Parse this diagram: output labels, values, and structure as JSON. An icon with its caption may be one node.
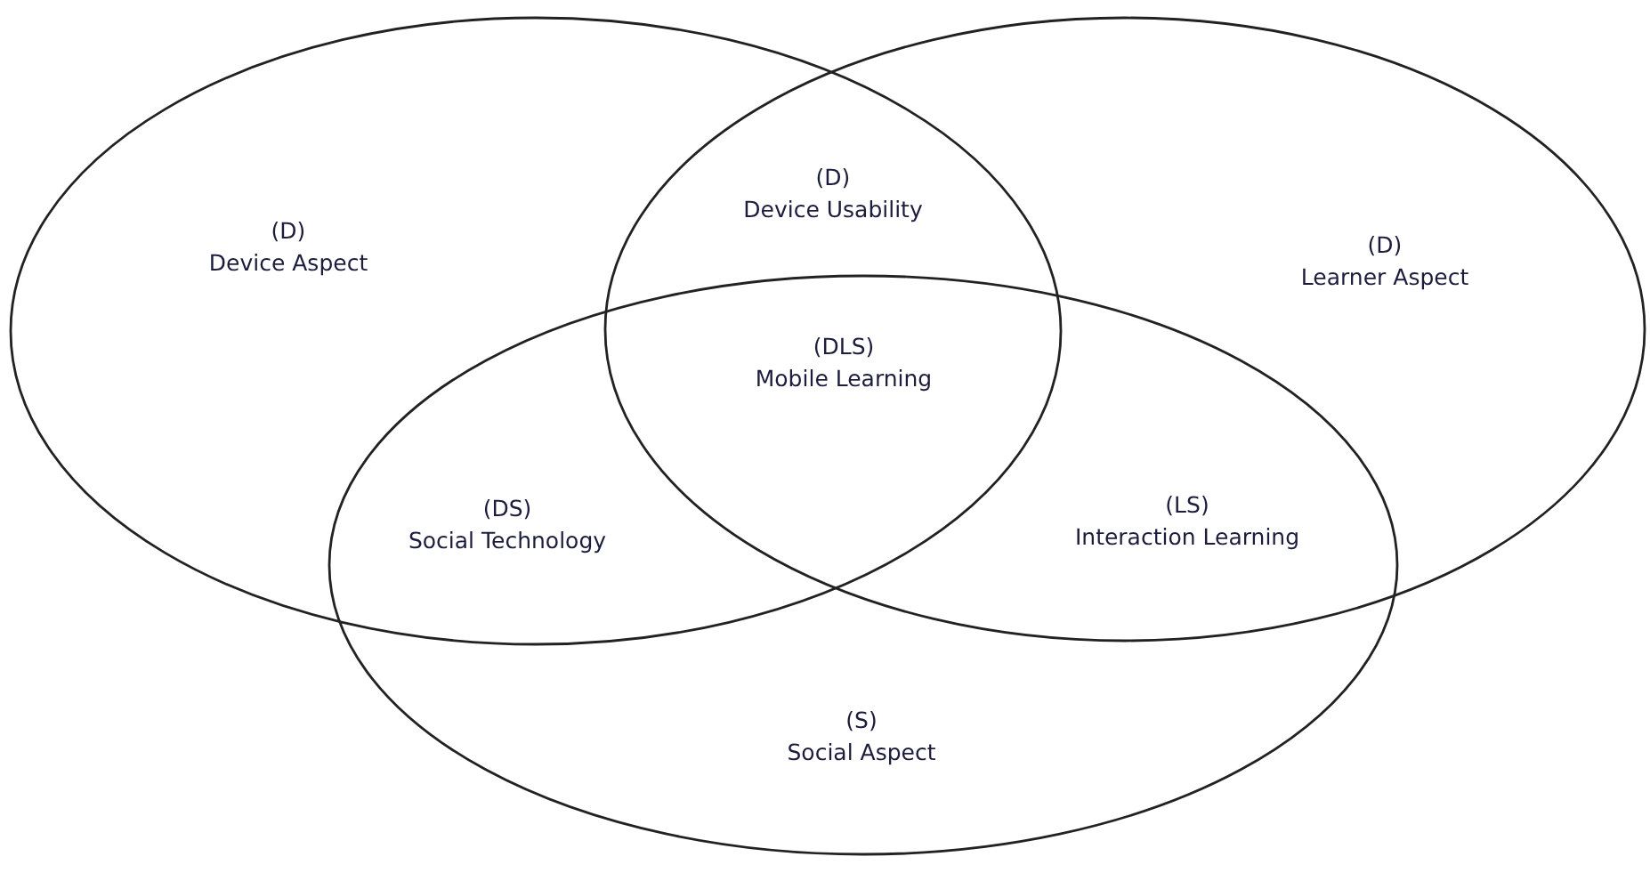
{
  "diagram": {
    "nodes": [
      {
        "text": [
          "(D)",
          "Device Aspect"
        ]
      },
      {
        "text": [
          "(D)",
          "Learner Aspect"
        ]
      },
      {
        "text": [
          "(S)",
          "Social Aspect"
        ]
      }
    ],
    "edges": [],
    "labels": [
      "(D)",
      "Device Usability",
      "(DLS)",
      "Mobile Learning",
      "(DS)",
      "Social Technology",
      "(LS)",
      "Interaction Learning"
    ]
  }
}
